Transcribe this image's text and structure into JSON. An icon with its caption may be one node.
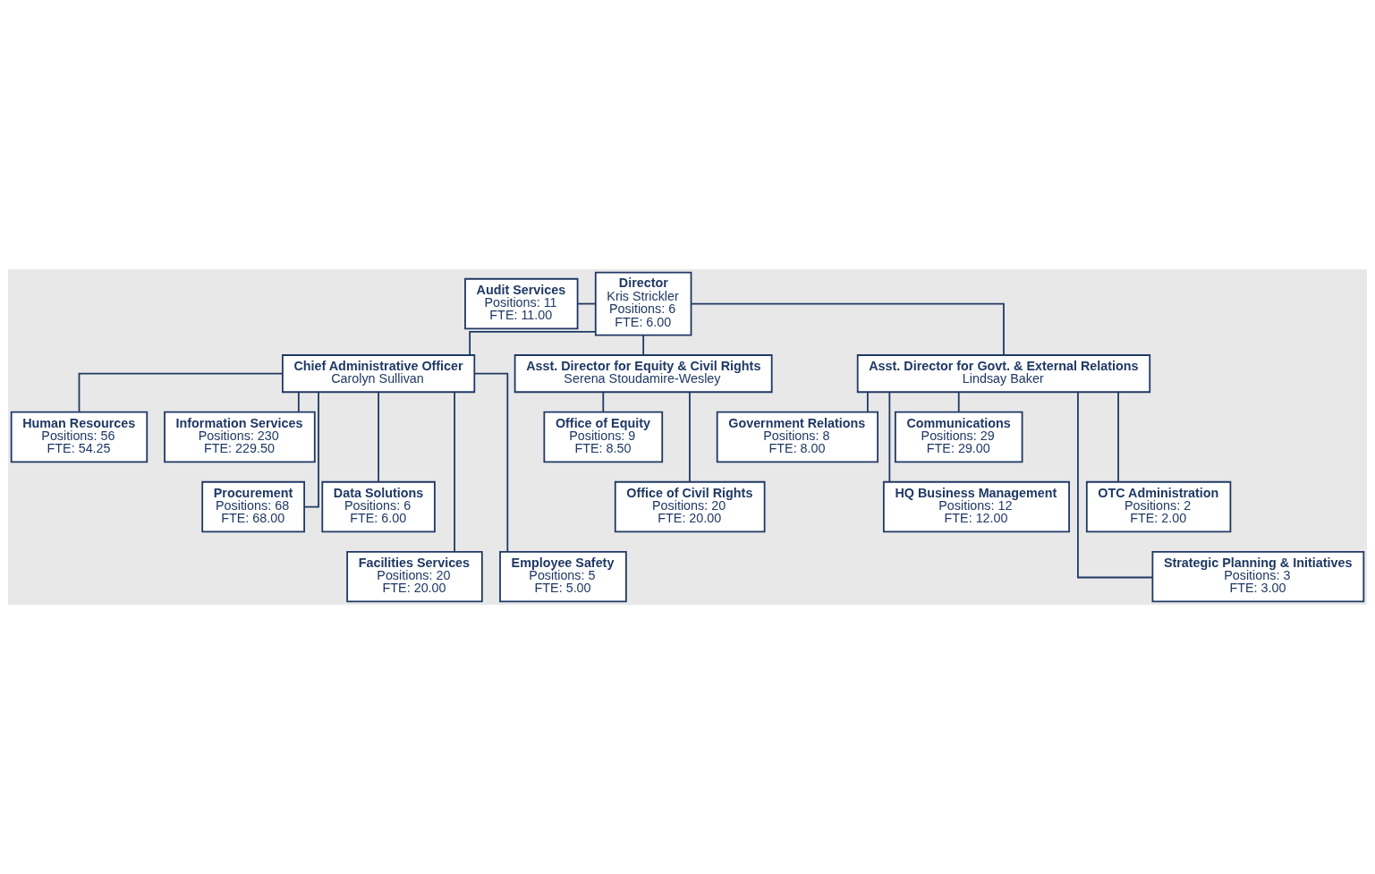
{
  "diagram": {
    "nodes": [
      {
        "text": [
          "Audit Services",
          "Positions: 11",
          "FTE: 11.00"
        ]
      },
      {
        "text": [
          "Director",
          "Kris Strickler",
          "Positions: 6",
          "FTE: 6.00"
        ]
      },
      {
        "text": [
          "Chief Administrative Officer",
          "Carolyn Sullivan"
        ]
      },
      {
        "text": [
          "Asst. Director for Equity & Civil Rights",
          "Serena Stoudamire-Wesley"
        ]
      },
      {
        "text": [
          "Asst. Director for Govt. & External Relations",
          "Lindsay Baker"
        ]
      },
      {
        "text": [
          "Human Resources",
          "Positions: 56",
          "FTE: 54.25"
        ]
      },
      {
        "text": [
          "Information Services",
          "Positions: 230",
          "FTE: 229.50"
        ]
      },
      {
        "text": [
          "Procurement",
          "Positions: 68",
          "FTE: 68.00"
        ]
      },
      {
        "text": [
          "Data Solutions",
          "Positions: 6",
          "FTE: 6.00"
        ]
      },
      {
        "text": [
          "Facilities Services",
          "Positions: 20",
          "FTE: 20.00"
        ]
      },
      {
        "text": [
          "Employee Safety",
          "Positions: 5",
          "FTE: 5.00"
        ]
      },
      {
        "text": [
          "Office of Equity",
          "Positions: 9",
          "FTE: 8.50"
        ]
      },
      {
        "text": [
          "Office of Civil Rights",
          "Positions: 20",
          "FTE: 20.00"
        ]
      },
      {
        "text": [
          "Government Relations",
          "Positions: 8",
          "FTE: 8.00"
        ]
      },
      {
        "text": [
          "Communications",
          "Positions: 29",
          "FTE: 29.00"
        ]
      },
      {
        "text": [
          "HQ Business Management",
          "Positions: 12",
          "FTE: 12.00"
        ]
      },
      {
        "text": [
          "OTC Administration",
          "Positions: 2",
          "FTE: 2.00"
        ]
      },
      {
        "text": [
          "Strategic Planning & Initiatives",
          "Positions: 3",
          "FTE: 3.00"
        ]
      }
    ],
    "edges": [
      {
        "from": 1,
        "to": 0,
        "arrow": "none"
      },
      {
        "from": 1,
        "to": 2,
        "arrow": "none"
      },
      {
        "from": 1,
        "to": 3,
        "arrow": "none"
      },
      {
        "from": 1,
        "to": 4,
        "arrow": "none"
      },
      {
        "from": 2,
        "to": 5,
        "arrow": "none"
      },
      {
        "from": 2,
        "to": 6,
        "arrow": "none"
      },
      {
        "from": 2,
        "to": 7,
        "arrow": "none"
      },
      {
        "from": 2,
        "to": 8,
        "arrow": "none"
      },
      {
        "from": 2,
        "to": 9,
        "arrow": "none"
      },
      {
        "from": 2,
        "to": 10,
        "arrow": "none"
      },
      {
        "from": 3,
        "to": 11,
        "arrow": "none"
      },
      {
        "from": 3,
        "to": 12,
        "arrow": "none"
      },
      {
        "from": 4,
        "to": 13,
        "arrow": "none"
      },
      {
        "from": 4,
        "to": 14,
        "arrow": "none"
      },
      {
        "from": 4,
        "to": 15,
        "arrow": "none"
      },
      {
        "from": 4,
        "to": 16,
        "arrow": "none"
      },
      {
        "from": 4,
        "to": 17,
        "arrow": "none"
      }
    ]
  }
}
